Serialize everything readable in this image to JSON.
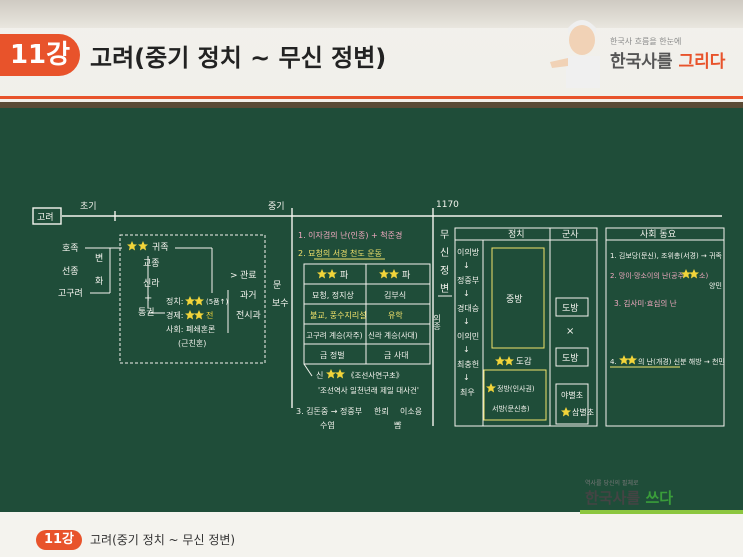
{
  "header": {
    "lesson_number": "11강",
    "lesson_title": "고려(중기 정치 ~ 무신 정변)",
    "brand_small": "한국사 흐름을 한눈에",
    "brand_big_prefix": "한국사를 ",
    "brand_big_accent": "그리다"
  },
  "board": {
    "timeline": {
      "start_label": "고려",
      "period_early": "초기",
      "period_mid": "중기",
      "year_1170": "1170"
    },
    "left_section": {
      "hojok": "호족",
      "byeon": "변",
      "seonjong": "선종",
      "hwa": "화",
      "goguryeo": "고구려",
      "gwijok": "귀족",
      "gojong": "교종",
      "silla": "신라",
      "plus": "+",
      "toegwon": "통권",
      "jeongchi": "정치:",
      "jeongchi_val": "(5품↑)",
      "gyeongje": "경제:",
      "gyeongje_val": "전",
      "sahoe": "사회: 폐쇄혼론",
      "geunchinhon": "(근친혼)",
      "gwallyo": "관료",
      "gwageo": "과거",
      "jeonsigwa": "전시과",
      "mun": "문",
      "bosu": "보수",
      "gt": ">"
    },
    "middle_section": {
      "item1": "1. 이자겸의 난(인종) + 척준경",
      "item2": "2. 묘청의 서경 천도 운동",
      "table_header_left": "파",
      "table_header_right": "파",
      "rows": [
        {
          "left": "묘청, 정지상",
          "right": "김부식"
        },
        {
          "left": "불교, 풍수지리설",
          "right": "유학"
        },
        {
          "left": "고구려 계승(자주)",
          "right": "신라 계승(사대)"
        },
        {
          "left": "금 정벌",
          "right": "금 사대"
        }
      ],
      "sin": "신",
      "sin_ref": "《조선사연구초》",
      "quote": "'조선역사 일천년래 제일 대사건'",
      "item3": "3. 김돈중 → 정중부",
      "suyeom": "수염",
      "hanroe": "한뢰",
      "isoeung": "이소응",
      "ppyam": "뺨"
    },
    "musin_section": {
      "vertical_title": [
        "무",
        "신",
        "정",
        "변"
      ],
      "uijong": "의종",
      "rulers": [
        "이의방",
        "↓",
        "정중부",
        "↓",
        "경대승",
        "↓",
        "이의민",
        "↓",
        "최충헌",
        "↓",
        "최우"
      ],
      "col_politics": "정치",
      "col_military": "군사",
      "jungbang": "중방",
      "dobang": "도방",
      "dogam": "도감",
      "dobang2": "도방",
      "jeongbang": "정방(인사권)",
      "seobang": "서방(문신층)",
      "yabyeolcho": "야별초",
      "sambyeolcho": "삼별초",
      "x_mark": "×"
    },
    "society_section": {
      "title": "사회 동요",
      "item1": "1. 김보당(문신), 조위총(서경) → 귀족",
      "item2": "2. 망이·망소이의 난(공주",
      "item2_suffix": "소)",
      "item3": "3. 김사미·효심의 난",
      "item4_prefix": "4.",
      "item4_suffix": "의 난(개경) 신분 해방 → 천민",
      "amin": "양민"
    }
  },
  "footer": {
    "brand_small": "역사를 당신의 필체로",
    "brand_big_prefix": "한국사를 ",
    "brand_big_accent": "쓰다",
    "lesson_number": "11강",
    "lesson_title": "고려(중기 정치 ~ 무신 정변)"
  },
  "colors": {
    "board": "#1f4d39",
    "accent": "#e8532b",
    "star": "#f2d43a",
    "chalk_pink": "#f0a9c0",
    "chalk_yellow": "#f2e26b"
  }
}
